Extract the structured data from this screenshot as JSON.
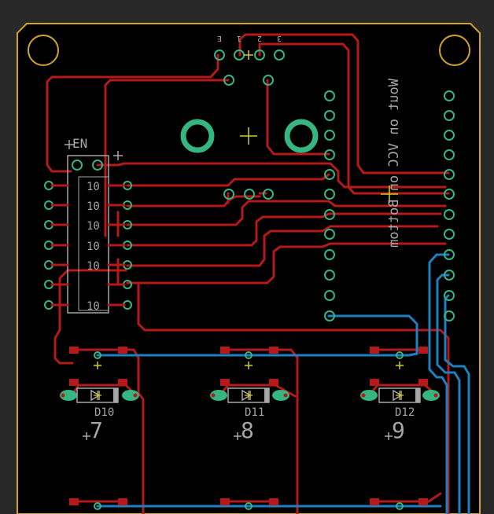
{
  "board": {
    "background": "#000000",
    "outline_color": "#d4a42a",
    "top_copper": "#b51a1a",
    "bottom_copper": "#1f7fc0",
    "pad_color": "#35b57f",
    "silkscreen": "#a6a6a6"
  },
  "labels": {
    "en": "EN",
    "mirror_text": "Wout on VCC on Bottom",
    "header_pins": [
      "E",
      "1",
      "2",
      "3"
    ],
    "d10": "D10",
    "d11": "D11",
    "d12": "D12",
    "key7": "7",
    "key8": "8",
    "key9": "9",
    "chip_labels": [
      "10",
      "10",
      "10",
      "10",
      "10",
      "10"
    ]
  }
}
